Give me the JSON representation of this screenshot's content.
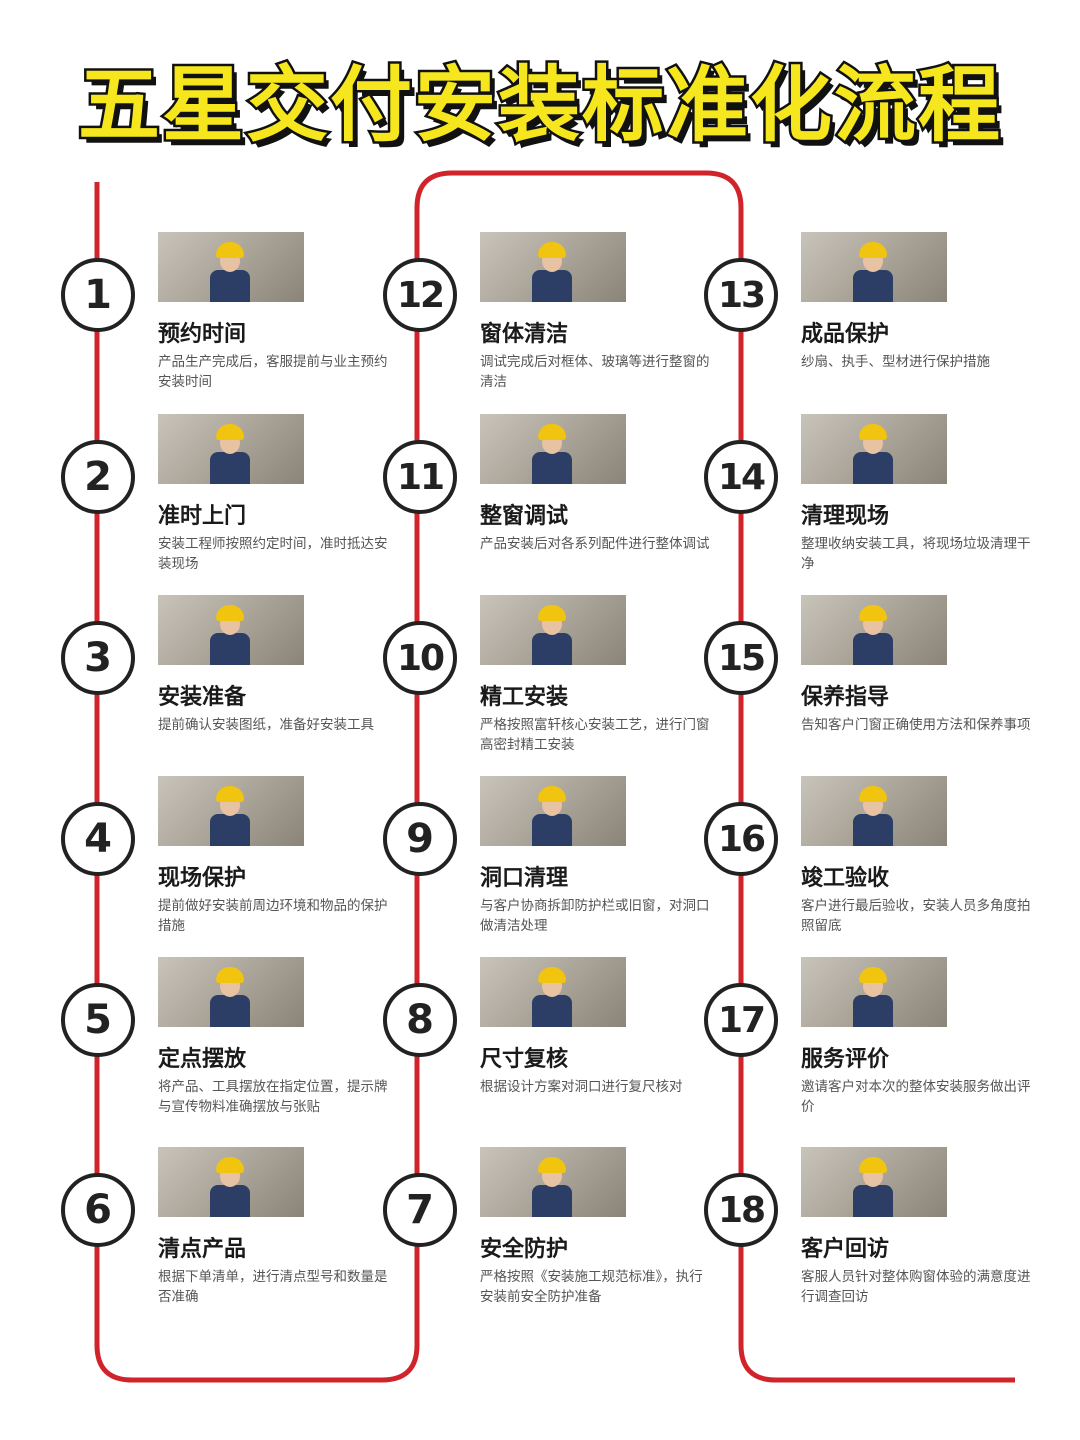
{
  "title": "五星交付安装标准化流程",
  "colors": {
    "line": "#d1232a",
    "title_fill": "#f5e61e",
    "title_stroke": "#111111",
    "circle_border": "#222222"
  },
  "steps": [
    {
      "num": "1",
      "title": "预约时间",
      "desc": "产品生产完成后，客服提前与业主预约安装时间"
    },
    {
      "num": "2",
      "title": "准时上门",
      "desc": "安装工程师按照约定时间，准时抵达安装现场"
    },
    {
      "num": "3",
      "title": "安装准备",
      "desc": "提前确认安装图纸，准备好安装工具"
    },
    {
      "num": "4",
      "title": "现场保护",
      "desc": "提前做好安装前周边环境和物品的保护措施"
    },
    {
      "num": "5",
      "title": "定点摆放",
      "desc": "将产品、工具摆放在指定位置，提示牌与宣传物料准确摆放与张贴"
    },
    {
      "num": "6",
      "title": "清点产品",
      "desc": "根据下单清单，进行清点型号和数量是否准确"
    },
    {
      "num": "7",
      "title": "安全防护",
      "desc": "严格按照《安装施工规范标准》，执行安装前安全防护准备"
    },
    {
      "num": "8",
      "title": "尺寸复核",
      "desc": "根据设计方案对洞口进行复尺核对"
    },
    {
      "num": "9",
      "title": "洞口清理",
      "desc": "与客户协商拆卸防护栏或旧窗，对洞口做清洁处理"
    },
    {
      "num": "10",
      "title": "精工安装",
      "desc": "严格按照富轩核心安装工艺，进行门窗高密封精工安装"
    },
    {
      "num": "11",
      "title": "整窗调试",
      "desc": "产品安装后对各系列配件进行整体调试"
    },
    {
      "num": "12",
      "title": "窗体清洁",
      "desc": "调试完成后对框体、玻璃等进行整窗的清洁"
    },
    {
      "num": "13",
      "title": "成品保护",
      "desc": "纱扇、执手、型材进行保护措施"
    },
    {
      "num": "14",
      "title": "清理现场",
      "desc": "整理收纳安装工具，将现场垃圾清理干净"
    },
    {
      "num": "15",
      "title": "保养指导",
      "desc": "告知客户门窗正确使用方法和保养事项"
    },
    {
      "num": "16",
      "title": "竣工验收",
      "desc": "客户进行最后验收，安装人员多角度拍照留底"
    },
    {
      "num": "17",
      "title": "服务评价",
      "desc": "邀请客户对本次的整体安装服务做出评价"
    },
    {
      "num": "18",
      "title": "客户回访",
      "desc": "客服人员针对整体购窗体验的满意度进行调查回访"
    }
  ]
}
